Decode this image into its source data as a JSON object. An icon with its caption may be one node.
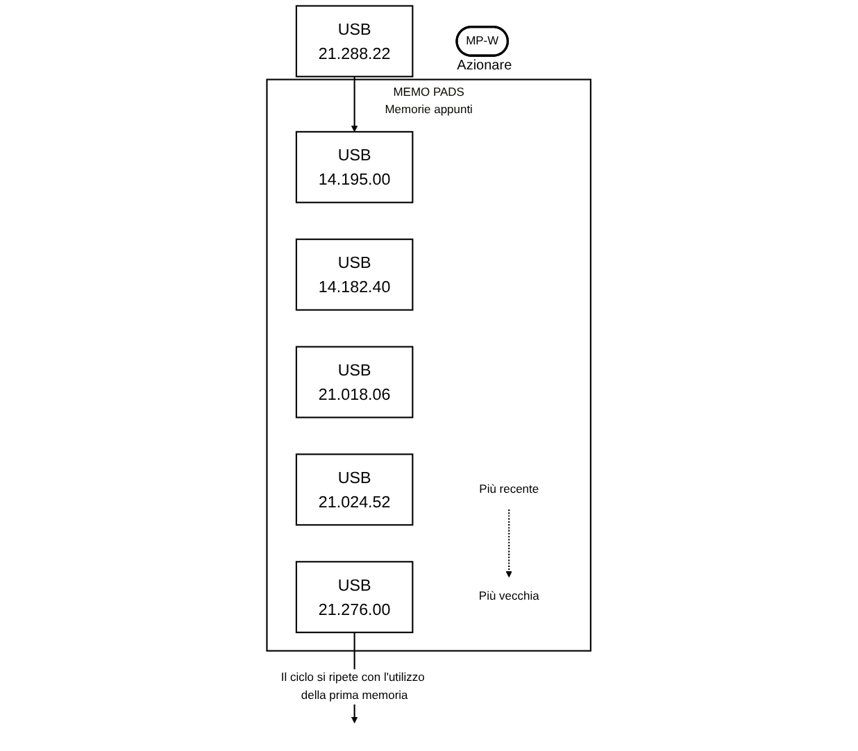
{
  "diagram": {
    "nodes": [
      {
        "text": [
          "USB",
          "21.288.22"
        ]
      },
      {
        "text": [
          "MP-W"
        ],
        "beside": [
          "Azionare"
        ]
      },
      {
        "text": [
          "MEMO PADS",
          "Memorie appunti"
        ]
      },
      {
        "text": [
          "USB",
          "14.195.00"
        ],
        "in": 2
      },
      {
        "text": [
          "USB",
          "14.182.40"
        ],
        "in": 2
      },
      {
        "text": [
          "USB",
          "21.018.06"
        ],
        "in": 2
      },
      {
        "text": [
          "USB",
          "21.024.52"
        ],
        "in": 2
      },
      {
        "text": [
          "USB",
          "21.276.00"
        ],
        "in": 2
      },
      {
        "text": [
          "Più recente"
        ],
        "in": 2
      },
      {
        "text": [
          "Più vecchia"
        ],
        "in": 2
      }
    ],
    "edges": [
      {
        "from": 0,
        "to": 3,
        "arrow": "to"
      },
      {
        "from": 8,
        "to": 9,
        "arrow": "to",
        "style": "dashed"
      },
      {
        "from": 7,
        "to": null,
        "arrow": "to",
        "label": "Il ciclo si ripete con l'utilizzo della prima memoria"
      }
    ]
  }
}
